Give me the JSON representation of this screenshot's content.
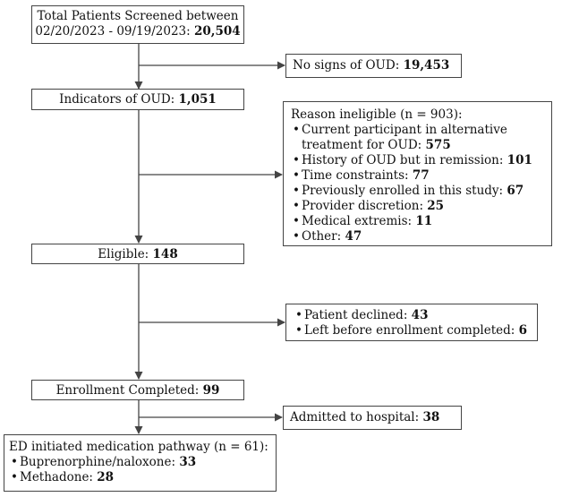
{
  "screened": {
    "line1": "Total Patients Screened between",
    "line2_label": "02/20/2023 - 09/19/2023: ",
    "line2_value": "20,504"
  },
  "no_oud": {
    "label": "No signs of OUD: ",
    "value": "19,453"
  },
  "indicators": {
    "label": "Indicators of OUD: ",
    "value": "1,051"
  },
  "ineligible": {
    "title": "Reason ineligible (n = 903):",
    "items": [
      {
        "label_l1": "Current participant in alternative",
        "label_l2": "treatment for OUD: ",
        "value": "575"
      },
      {
        "label": "History of OUD but in remission: ",
        "value": "101"
      },
      {
        "label": "Time constraints: ",
        "value": "77"
      },
      {
        "label": "Previously enrolled in this study: ",
        "value": "67"
      },
      {
        "label": "Provider discretion: ",
        "value": "25"
      },
      {
        "label": "Medical extremis: ",
        "value": "11"
      },
      {
        "label": "Other: ",
        "value": "47"
      }
    ]
  },
  "eligible": {
    "label": "Eligible: ",
    "value": "148"
  },
  "declined": {
    "items": [
      {
        "label": "Patient declined: ",
        "value": "43"
      },
      {
        "label": "Left before enrollment completed: ",
        "value": "6"
      }
    ]
  },
  "enrollment": {
    "label": "Enrollment Completed: ",
    "value": "99"
  },
  "admitted": {
    "label": "Admitted to hospital: ",
    "value": "38"
  },
  "pathway": {
    "title": "ED initiated medication pathway (n = 61):",
    "items": [
      {
        "label": "Buprenorphine/naloxone: ",
        "value": "33"
      },
      {
        "label": "Methadone: ",
        "value": "28"
      }
    ]
  }
}
